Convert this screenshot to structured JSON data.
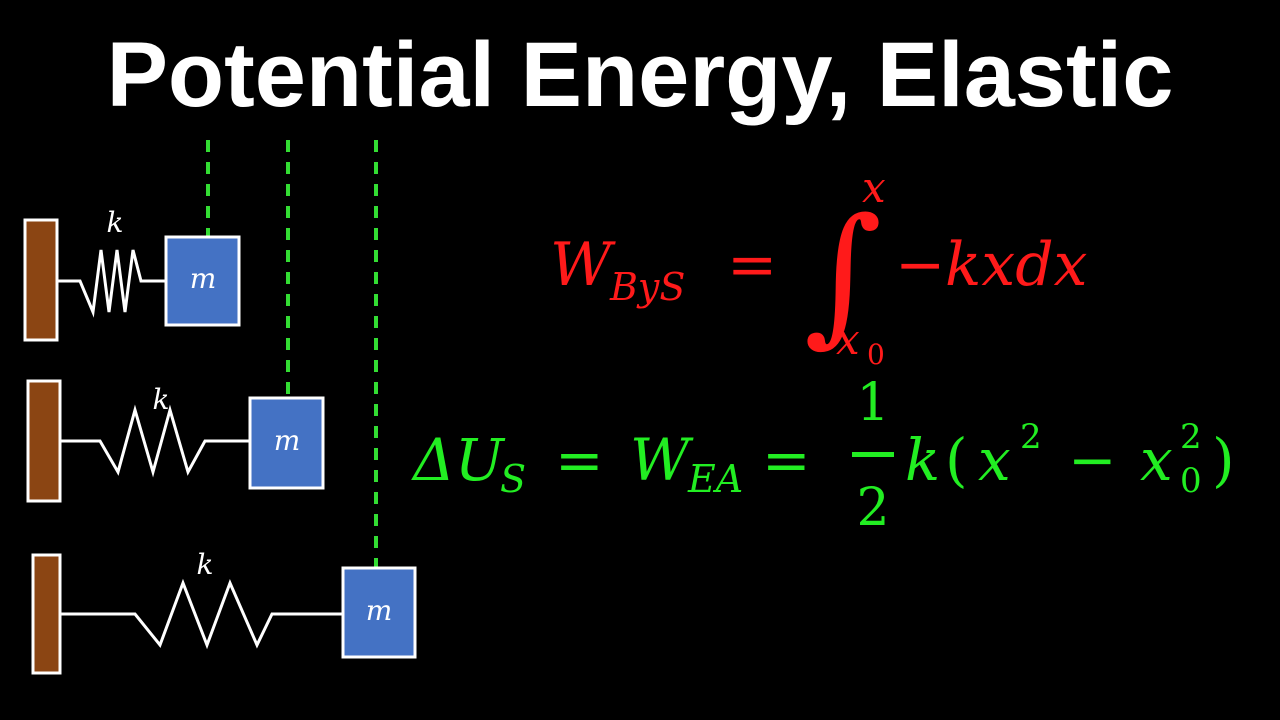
{
  "title": "Potential Energy, Elastic",
  "colors": {
    "background": "#000000",
    "title": "#ffffff",
    "wall": "#8b4513",
    "mass": "#4472c4",
    "guide": "#33dd33",
    "work_equation": "#ff1a1a",
    "energy_equation": "#22ee22"
  },
  "springs": [
    {
      "spring_label": "k",
      "mass_label": "m"
    },
    {
      "spring_label": "k",
      "mass_label": "m"
    },
    {
      "spring_label": "k",
      "mass_label": "m"
    }
  ],
  "work_equation": {
    "W": "W",
    "sub": "ByS",
    "equals": "=",
    "integral": "∫",
    "upper_limit": "x",
    "lower_limit": "x",
    "lower_limit_sub": "0",
    "integrand_minus": "−",
    "integrand": "kxdx"
  },
  "energy_equation": {
    "delta_U": "ΔU",
    "delta_U_sub": "S",
    "eq1": "=",
    "W": "W",
    "W_sub": "EA",
    "eq2": "=",
    "frac_num": "1",
    "frac_den": "2",
    "k": "k",
    "lparen": "(",
    "x": "x",
    "x_sup": "2",
    "minus": "−",
    "x0": "x",
    "x0_sup": "2",
    "x0_sub": "0",
    "rparen": ")"
  }
}
